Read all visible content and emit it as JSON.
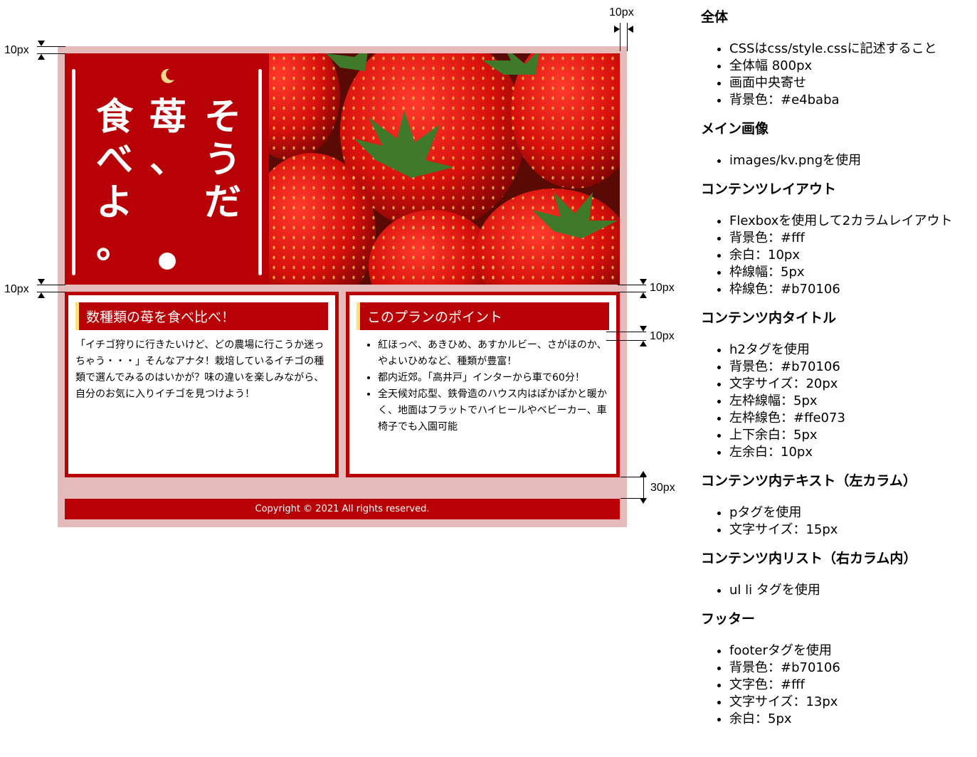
{
  "mockup": {
    "kv": {
      "catch_col1": [
        "そ",
        "う",
        "だ"
      ],
      "catch_col2": [
        "苺",
        "、"
      ],
      "catch_col3": [
        "食",
        "べ",
        "よ",
        "。"
      ]
    },
    "left_column": {
      "title": "数種類の苺を食べ比べ！",
      "text": "「イチゴ狩りに行きたいけど、どの農場に行こうか迷っちゃう・・・」そんなアナタ！栽培しているイチゴの種類で選んでみるのはいかが？味の違いを楽しみながら、自分のお気に入りイチゴを見つけよう！"
    },
    "right_column": {
      "title": "このプランのポイント",
      "items": [
        "紅ほっぺ、あきひめ、あすかルビー、さがほのか、やよいひめなど、種類が豊富！",
        "都内近郊。「高井戸」インターから車で60分！",
        "全天候対応型、鉄骨造のハウス内はぽかぽかと暖かく、地面はフラットでハイヒールやベビーカー、車椅子でも入園可能"
      ]
    },
    "footer": "Copyright © 2021 All rights reserved."
  },
  "dimensions": {
    "top_outer": "10px",
    "right_outer": "10px",
    "kv_bottom": "10px",
    "kv_bottom_right": "10px",
    "heading_gap": "10px",
    "footer_gap": "30px"
  },
  "spec": [
    {
      "title": "全体",
      "items": [
        "CSSはcss/style.cssに記述すること",
        "全体幅 800px",
        "画面中央寄せ",
        "背景色：#e4baba"
      ]
    },
    {
      "title": "メイン画像",
      "items": [
        "images/kv.pngを使用"
      ]
    },
    {
      "title": "コンテンツレイアウト",
      "items": [
        "Flexboxを使用して2カラムレイアウト",
        "背景色：#fff",
        "余白：10px",
        "枠線幅：5px",
        "枠線色：#b70106"
      ]
    },
    {
      "title": "コンテンツ内タイトル",
      "items": [
        "h2タグを使用",
        "背景色：#b70106",
        "文字サイズ：20px",
        "左枠線幅：5px",
        "左枠線色：#ffe073",
        "上下余白：5px",
        "左余白：10px"
      ]
    },
    {
      "title": "コンテンツ内テキスト（左カラム）",
      "items": [
        "pタグを使用",
        "文字サイズ：15px"
      ]
    },
    {
      "title": "コンテンツ内リスト（右カラム内）",
      "items": [
        "ul li タグを使用"
      ]
    },
    {
      "title": "フッター",
      "items": [
        "footerタグを使用",
        "背景色：#b70106",
        "文字色：#fff",
        "文字サイズ：13px",
        "余白：5px"
      ]
    }
  ],
  "colors": {
    "page_bg": "#e4baba",
    "accent": "#b70106",
    "border_left": "#ffe073"
  }
}
